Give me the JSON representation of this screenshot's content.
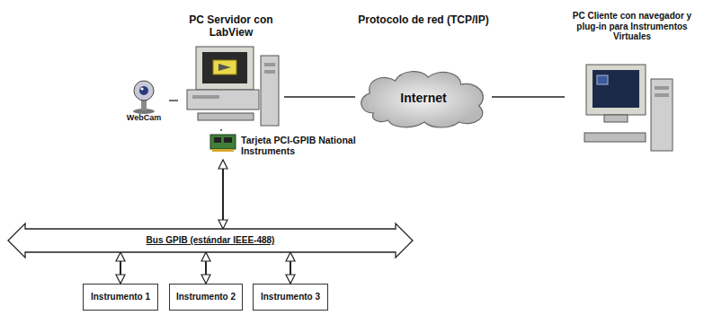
{
  "diagram": {
    "nodes": [
      {
        "text": [
          "PC Servidor con LabView"
        ]
      },
      {
        "text": [
          "WebCam"
        ]
      },
      {
        "text": [
          "Internet"
        ]
      },
      {
        "text": [
          "PC Cliente con navegador y plug-in para Instrumentos Virtuales"
        ]
      },
      {
        "text": [
          "Tarjeta PCI-GPIB National Instruments"
        ]
      },
      {
        "text": [
          "Bus GPIB (estándar IEEE-488)"
        ]
      },
      {
        "text": [
          "Instrumento 1"
        ]
      },
      {
        "text": [
          "Instrumento 2"
        ]
      },
      {
        "text": [
          "Instrumento 3"
        ]
      }
    ],
    "edges": [
      {
        "from": 1,
        "to": 0,
        "arrow": "none"
      },
      {
        "from": 0,
        "to": 2,
        "arrow": "none"
      },
      {
        "from": 2,
        "to": 3,
        "arrow": "none"
      },
      {
        "from": 0,
        "to": 4,
        "arrow": "none"
      },
      {
        "from": 4,
        "to": 5,
        "arrow": "both"
      },
      {
        "from": 5,
        "to": 6,
        "arrow": "both"
      },
      {
        "from": 5,
        "to": 7,
        "arrow": "both"
      },
      {
        "from": 5,
        "to": 8,
        "arrow": "both"
      }
    ],
    "labels": [
      "Protocolo de red (TCP/IP)"
    ]
  }
}
